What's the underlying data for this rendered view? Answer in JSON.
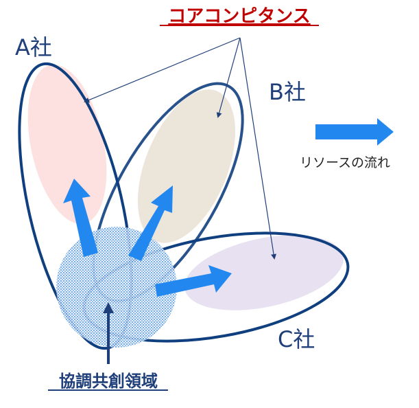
{
  "title": "コアコンピタンス",
  "companies": {
    "a": "A社",
    "b": "B社",
    "c": "C社"
  },
  "center_label": "協調共創領域",
  "legend": {
    "label": "リソースの流れ"
  },
  "colors": {
    "title": "#c00000",
    "outline": "#0f3f7f",
    "arrow": "#2288f0",
    "pink": "#fde0e0",
    "beige": "#ece5da",
    "lavender": "#e7e1f1"
  }
}
